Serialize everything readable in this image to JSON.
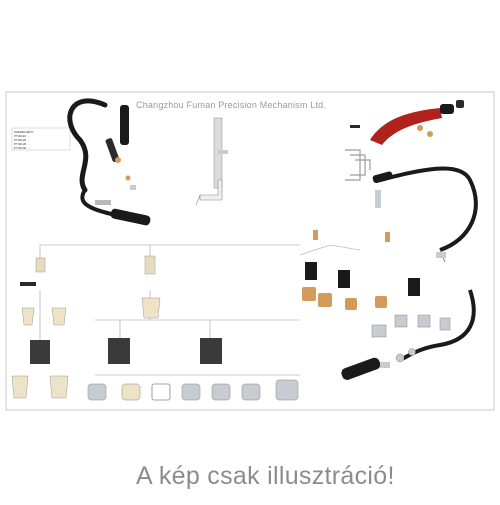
{
  "watermark": "Changzhou Fuman Precision Mechanism Ltd.",
  "caption": "A kép csak illusztráció!",
  "parts_legend": {
    "title": "SZERELVÉNY",
    "rows": [
      "PT40110 ...",
      "PT40120 ...",
      "PT40130 ...",
      "PT40140 ..."
    ]
  },
  "colors": {
    "hose": "#1a1a1a",
    "handle_red": "#b0231c",
    "copper": "#d49a5a",
    "silver": "#c6ccd2",
    "line": "#9c9c9c"
  }
}
